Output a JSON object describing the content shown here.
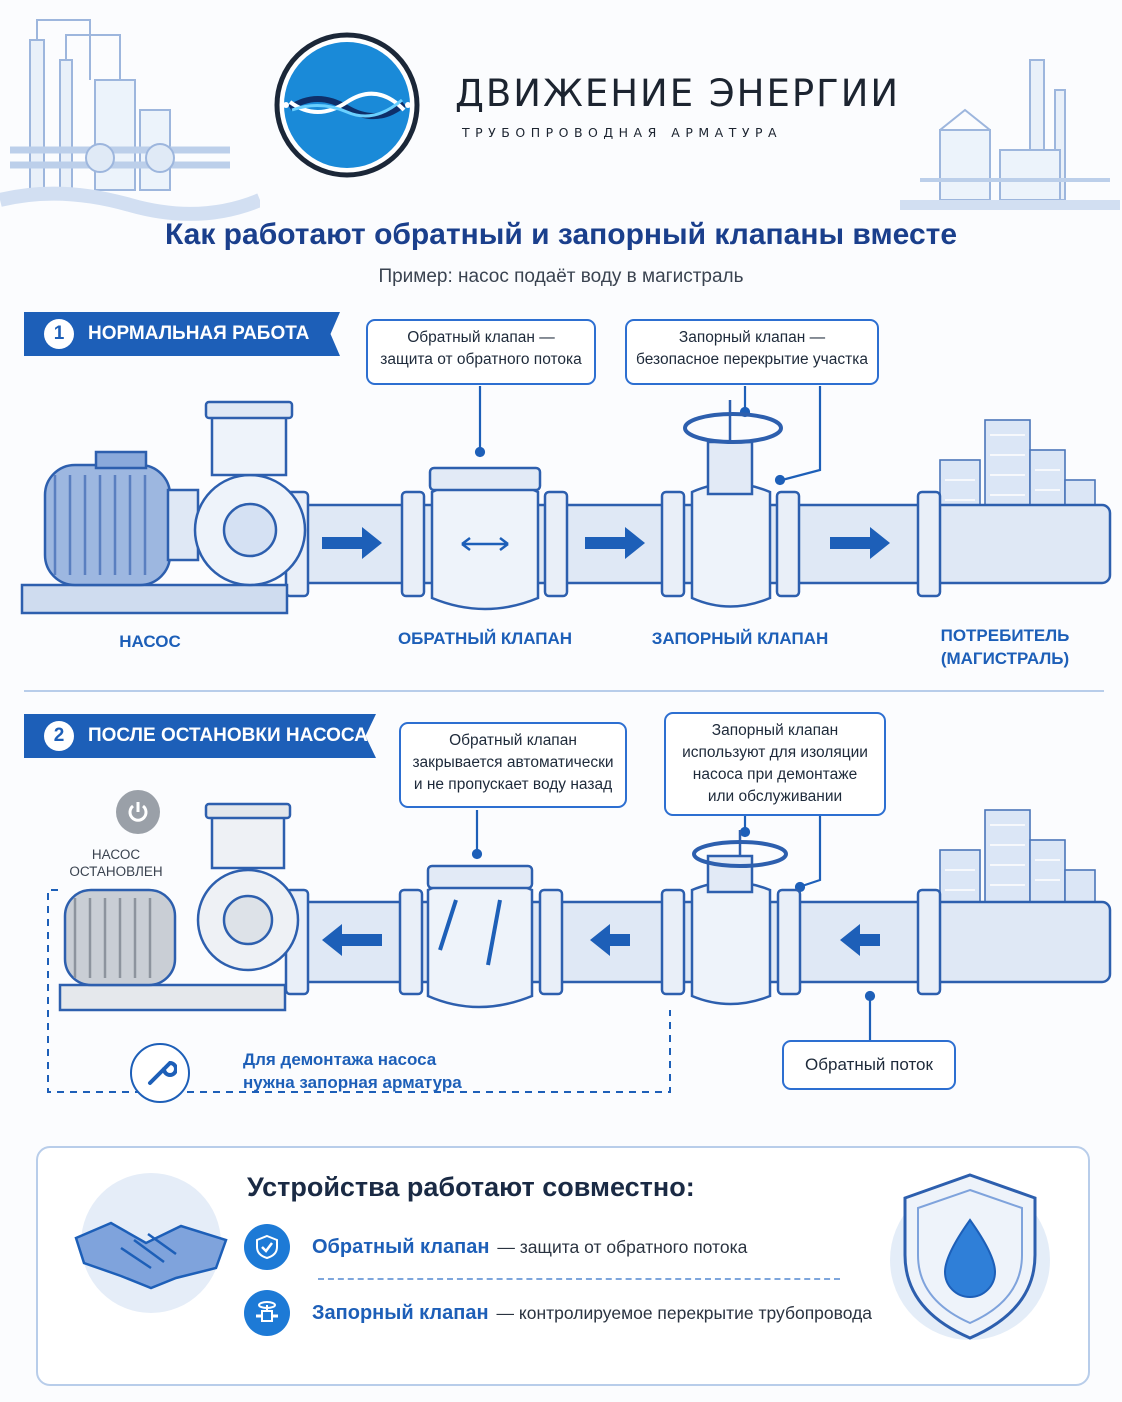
{
  "brand": {
    "name": "ДВИЖЕНИЕ ЭНЕРГИИ",
    "tagline": "ТРУБОПРОВОДНАЯ АРМАТУРА"
  },
  "header": {
    "title": "Как работают обратный и запорный клапаны вместе",
    "subtitle": "Пример: насос подаёт воду в магистраль"
  },
  "section1": {
    "number": "1",
    "title": "НОРМАЛЬНАЯ РАБОТА",
    "callout_check": "Обратный клапан —\nзащита от обратного потока",
    "callout_gate": "Запорный клапан —\nбезопасное перекрытие участка",
    "labels": {
      "pump": "НАСОС",
      "check_valve": "ОБРАТНЫЙ КЛАПАН",
      "gate_valve": "ЗАПОРНЫЙ КЛАПАН",
      "consumer": "ПОТРЕБИТЕЛЬ\n(МАГИСТРАЛЬ)"
    }
  },
  "section2": {
    "number": "2",
    "title": "ПОСЛЕ ОСТАНОВКИ НАСОСА",
    "pump_status": "НАСОС\nОСТАНОВЛЕН",
    "callout_check": "Обратный клапан\nзакрывается автоматически\nи не пропускает воду назад",
    "callout_gate": "Запорный клапан\nиспользуют для изоляции\nнасоса при демонтаже\nили обслуживании",
    "demount_note": "Для демонтажа насоса\nнужна запорная арматура",
    "reverse_flow": "Обратный поток"
  },
  "summary": {
    "title": "Устройства работают совместно:",
    "rows": [
      {
        "name": "Обратный клапан",
        "desc": "— защита от обратного потока",
        "icon": "check-shield-icon"
      },
      {
        "name": "Запорный клапан",
        "desc": "— контролируемое перекрытие трубопровода",
        "icon": "gate-valve-icon"
      }
    ]
  },
  "colors": {
    "primary": "#1d5fb8",
    "sketch": "#2d5fae",
    "pipe_fill": "#dfe8f5"
  }
}
